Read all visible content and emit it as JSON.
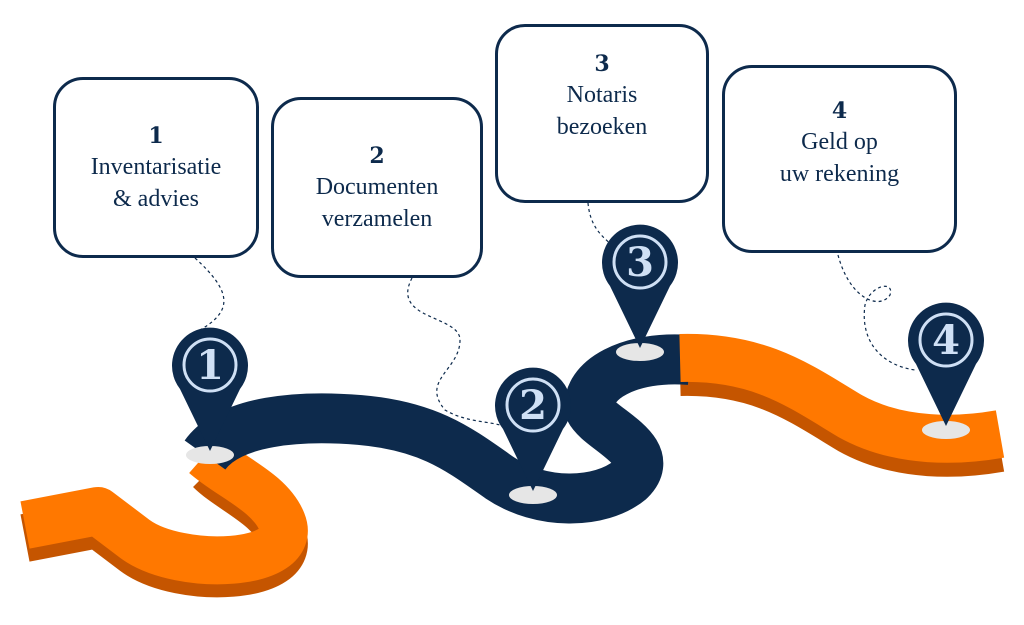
{
  "colors": {
    "navy": "#0d2a4c",
    "orange": "#ff7800",
    "orange_dark": "#c55500",
    "pin_text": "#cfe0f5"
  },
  "steps": [
    {
      "number": "1",
      "line1": "Inventarisatie",
      "line2": "& advies"
    },
    {
      "number": "2",
      "line1": "Documenten",
      "line2": "verzamelen"
    },
    {
      "number": "3",
      "line1": "Notaris",
      "line2": "bezoeken"
    },
    {
      "number": "4",
      "line1": "Geld op",
      "line2": "uw rekening"
    }
  ],
  "pins": [
    "1",
    "2",
    "3",
    "4"
  ]
}
